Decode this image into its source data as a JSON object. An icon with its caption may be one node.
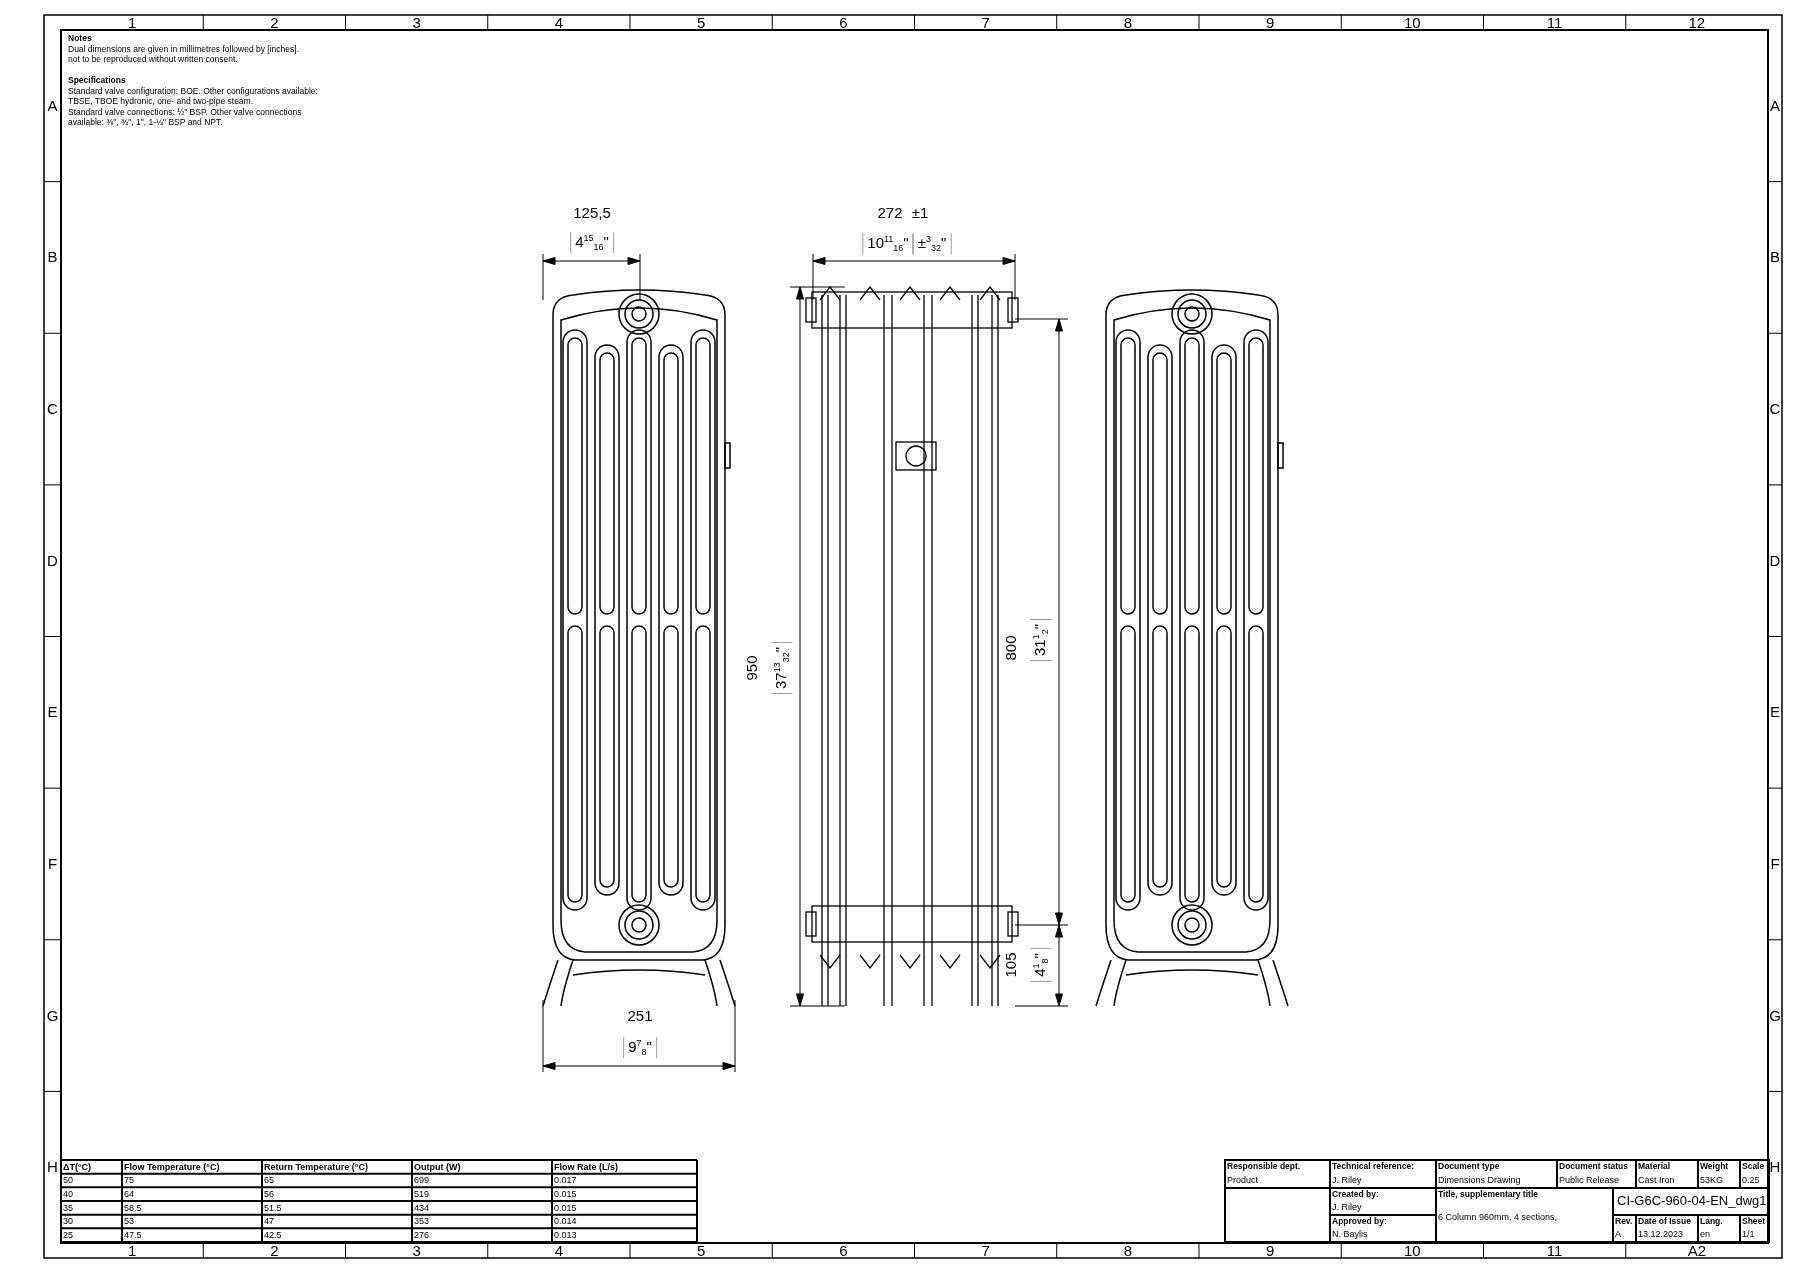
{
  "diagram": {
    "labels": [
      "Notes",
      "Dual dimensions are given in millimetres followed by [inches].",
      "not to be reproduced without written consent.",
      "Specifications",
      "Standard valve configuration: BOE. Other configurations available: TBSE, TBOE hydronic, one- and two-pipe steam.",
      "Standard valve connections: ½\" BSP. Other valve connections available: ⅜\", ¾\", 1\", 1-¼\" BSP and NPT.",
      "125,5",
      "4$^{15}$$_{16}$\"",
      "272",
      "±1",
      "10$^{11}$$_{16}$\"",
      "±$^{3}$$_{32}$\"",
      "950",
      "37$^{13}$$_{32}$\"",
      "800",
      "31$^{1}$$_{2}$\"",
      "105",
      "4$^{1}$$_{8}$\"",
      "251",
      "9$^{7}$$_{8}$\"",
      "ΔT(°C)",
      "Flow Temperature (°C)",
      "Return Temperature (°C)",
      "Output (W)",
      "Flow Rate (L/s)",
      "50",
      "75",
      "65",
      "699",
      "0.017",
      "40",
      "64",
      "56",
      "519",
      "0.015",
      "35",
      "58.5",
      "51.5",
      "434",
      "0.015",
      "30",
      "53",
      "47",
      "353",
      "0.014",
      "25",
      "47.5",
      "42.5",
      "276",
      "0.013",
      "Responsible dept.",
      "Technical reference:",
      "Document type",
      "Document status",
      "Material",
      "Weight",
      "Scale",
      "Product",
      "J. Riley",
      "Dimensions Drawing",
      "Public Release",
      "Cast Iron",
      "53KG",
      "0.25",
      "Created by:",
      "J. Riley",
      "Title, supplementary title",
      "CI-G6C-960-04-EN_dwg1",
      "Approved by:",
      "N. Baylis",
      "6 Column 960mm, 4 sections,",
      "Rev.",
      "Date of Issue",
      "Lang.",
      "Sheet",
      "A",
      "13.12.2023",
      "en",
      "1/1",
      "1",
      "2",
      "3",
      "4",
      "5",
      "6",
      "7",
      "8",
      "9",
      "10",
      "11",
      "12",
      "A",
      "B",
      "C",
      "D",
      "E",
      "F",
      "G",
      "H",
      "A",
      "B",
      "C",
      "D",
      "E",
      "F",
      "G",
      "H",
      "1",
      "2",
      "3",
      "4",
      "5",
      "6",
      "7",
      "8",
      "9",
      "10",
      "11",
      "A2"
    ]
  }
}
